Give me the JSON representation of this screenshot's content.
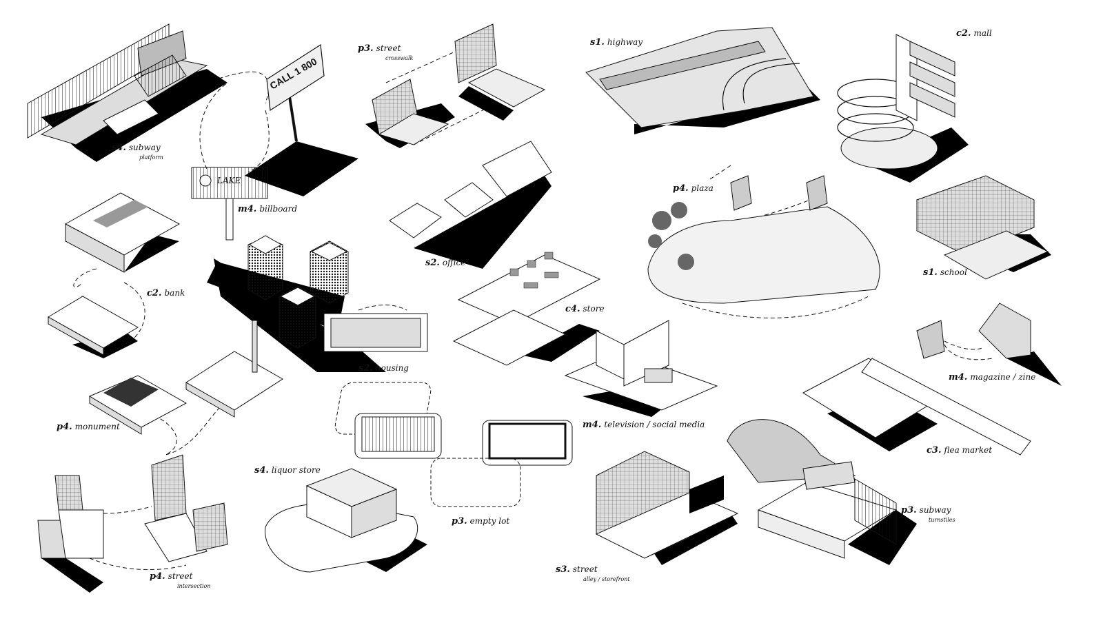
{
  "colors": {
    "ink": "#111111",
    "shadow": "#000000",
    "grey": "#c9c9c9",
    "light": "#ececec",
    "paper": "#ffffff"
  },
  "billboard_text": "CALL 1 800",
  "tv_screen_text": "LAKE",
  "labels": {
    "subway_platform": {
      "code": "s4.",
      "name": "subway",
      "sub": "platform"
    },
    "billboard": {
      "code": "m4.",
      "name": "billboard"
    },
    "street_crosswalk": {
      "code": "p3.",
      "name": "street",
      "sub": "crosswalk"
    },
    "highway": {
      "code": "s1.",
      "name": "highway"
    },
    "mall": {
      "code": "c2.",
      "name": "mall"
    },
    "office": {
      "code": "s2.",
      "name": "office"
    },
    "plaza": {
      "code": "p4.",
      "name": "plaza"
    },
    "school": {
      "code": "s1.",
      "name": "school"
    },
    "bank": {
      "code": "c2.",
      "name": "bank"
    },
    "store": {
      "code": "c4.",
      "name": "store"
    },
    "housing": {
      "code": "s2.",
      "name": "housing"
    },
    "magazine": {
      "code": "m4.",
      "name": "magazine / zine"
    },
    "monument": {
      "code": "p4.",
      "name": "monument"
    },
    "television": {
      "code": "m4.",
      "name": "television / social media"
    },
    "flea_market": {
      "code": "c3.",
      "name": "flea market"
    },
    "liquor_store": {
      "code": "s4.",
      "name": "liquor store"
    },
    "empty_lot": {
      "code": "p3.",
      "name": "empty lot"
    },
    "subway_turnstiles": {
      "code": "p3.",
      "name": "subway",
      "sub": "turnstiles"
    },
    "street_intersection": {
      "code": "p4.",
      "name": "street",
      "sub": "intersection"
    },
    "street_alley": {
      "code": "s3.",
      "name": "street",
      "sub": "alley / storefront"
    }
  }
}
